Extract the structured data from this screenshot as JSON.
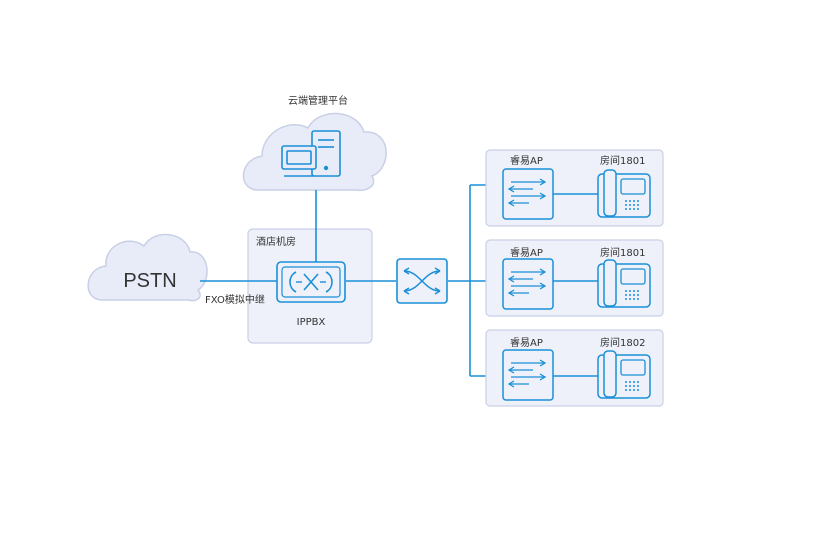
{
  "cloud_platform": {
    "label": "云端管理平台"
  },
  "pstn": {
    "label": "PSTN"
  },
  "trunk": {
    "label": "FXO模拟中继"
  },
  "hotel_room": {
    "label": "酒店机房"
  },
  "pbx": {
    "label": "IPPBX"
  },
  "rooms": [
    {
      "ap_label": "睿易AP",
      "room_label": "房间1801"
    },
    {
      "ap_label": "睿易AP",
      "room_label": "房间1801"
    },
    {
      "ap_label": "睿易AP",
      "room_label": "房间1802"
    }
  ],
  "colors": {
    "line": "#1a8fd8",
    "panel_fill": "#eef1fa",
    "panel_stroke": "#c9d0e6",
    "cloud_fill": "#e8ecf8",
    "cloud_stroke": "#c9d0e6",
    "text": "#333333"
  }
}
